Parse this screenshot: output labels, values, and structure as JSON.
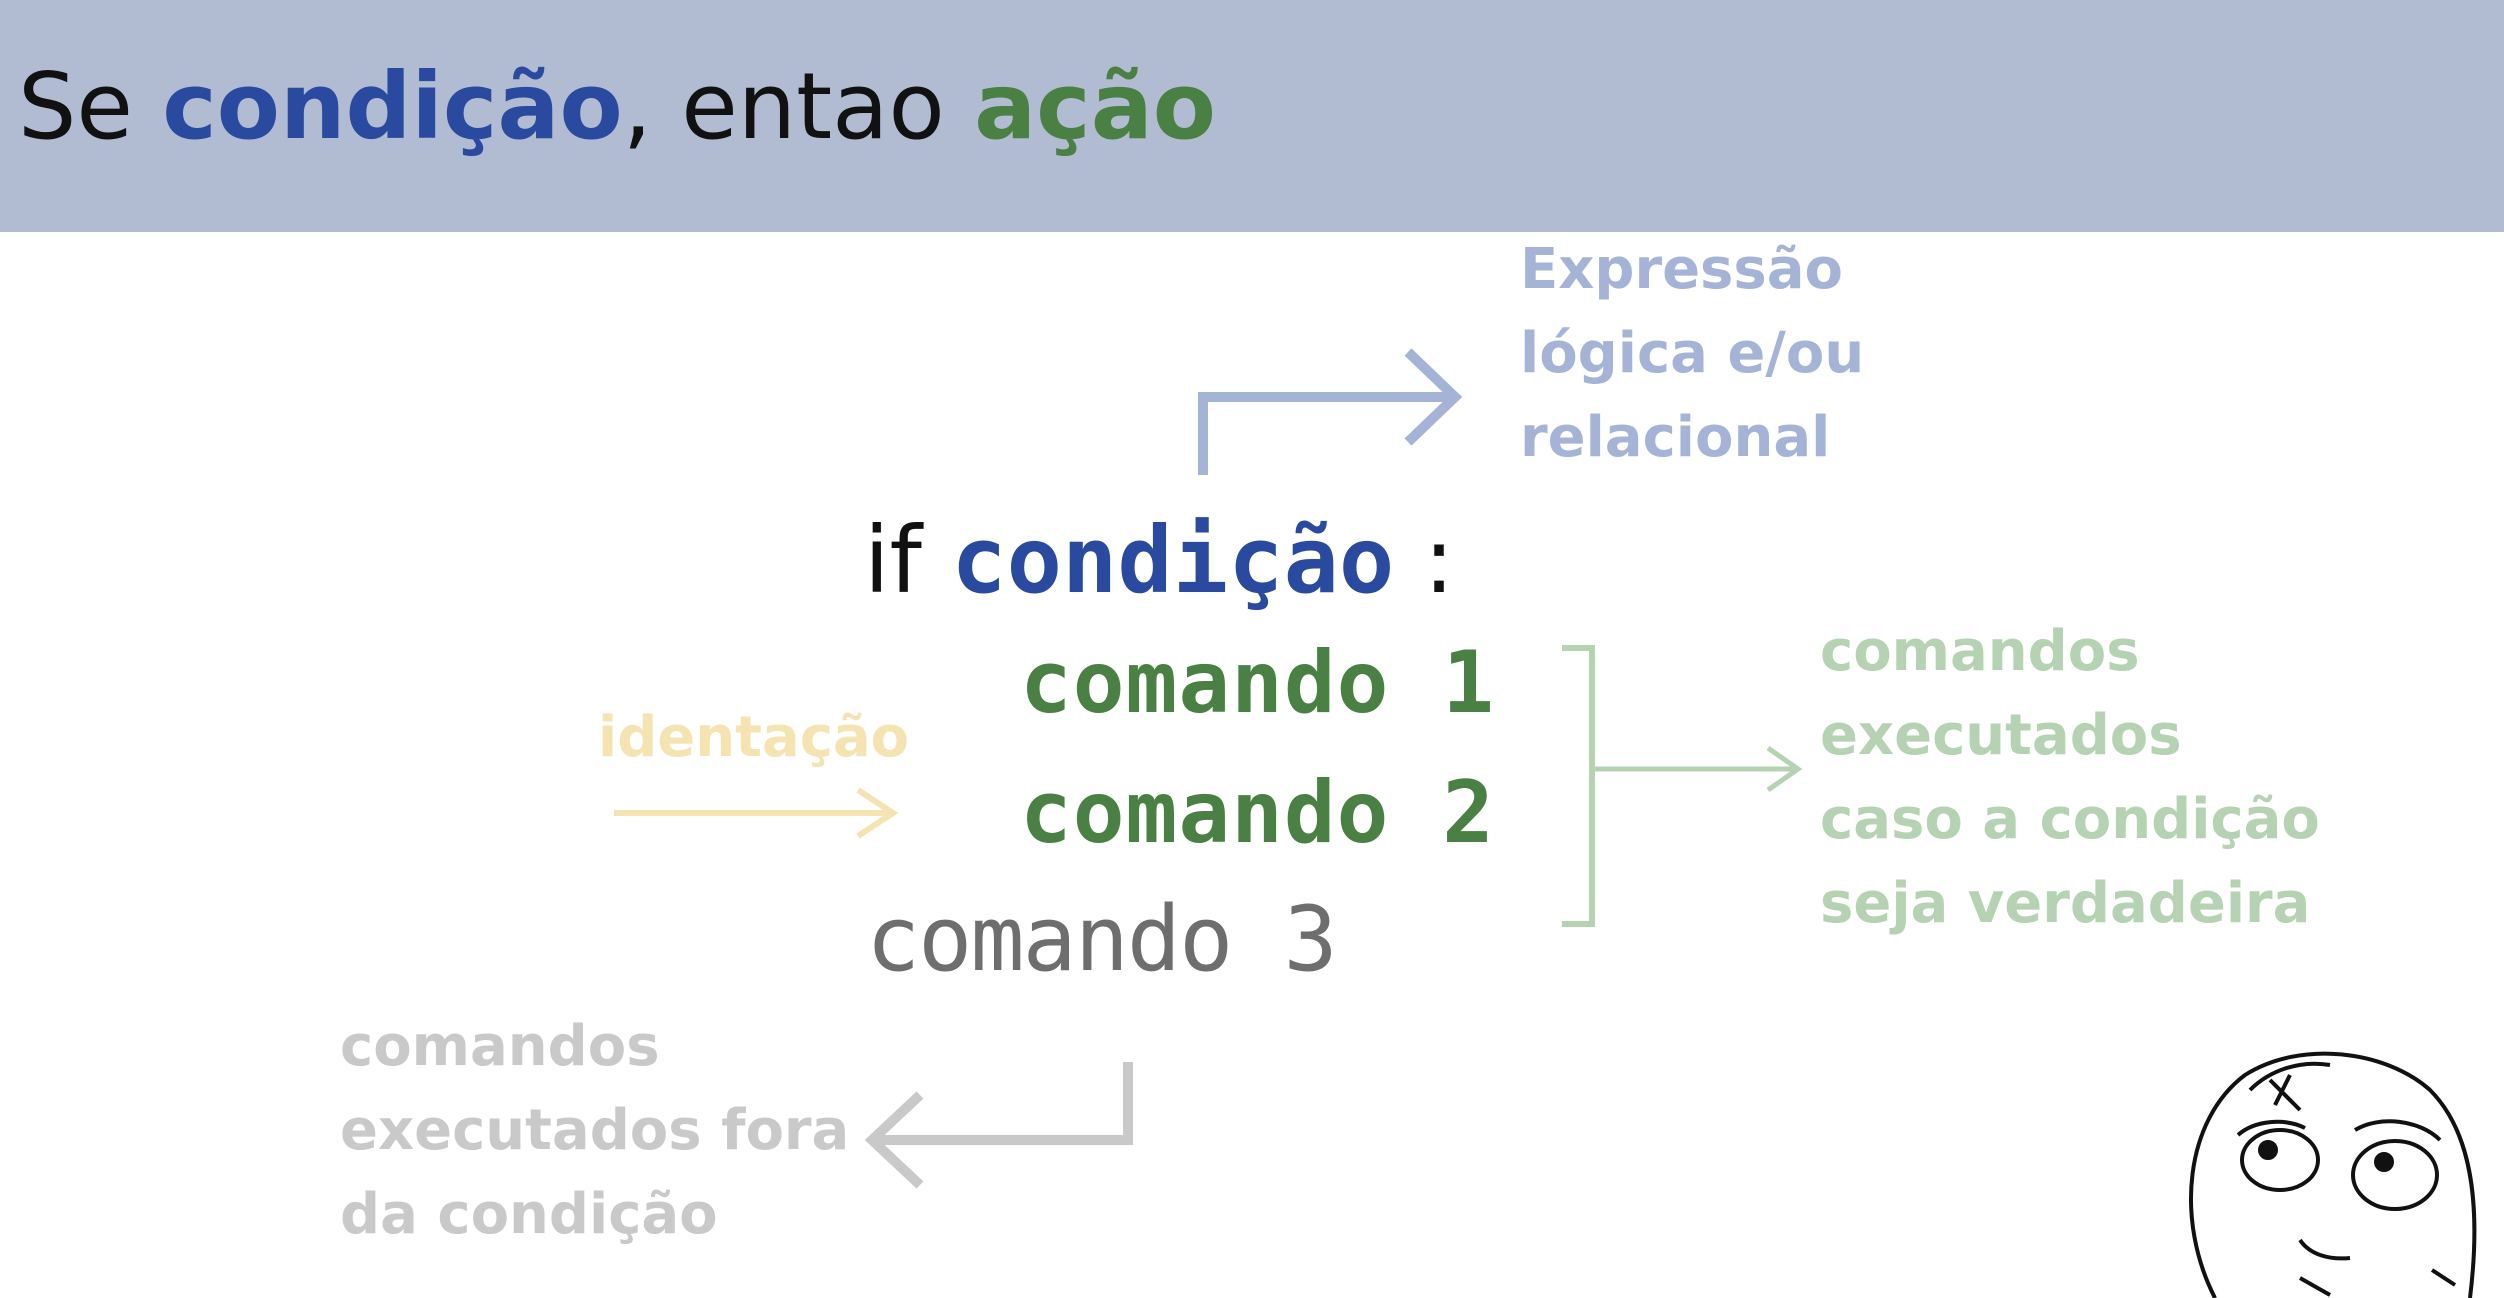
{
  "header": {
    "title_prefix": "Se ",
    "title_condition": "condição",
    "title_middle": ", entao ",
    "title_action": "ação"
  },
  "code": {
    "if_keyword": "if ",
    "condition": "condição",
    "colon": " :",
    "command_1": "comando 1",
    "command_2": "comando 2",
    "command_3": "comando 3"
  },
  "annotations": {
    "expression_lines": [
      "Expressão",
      "lógica e/ou",
      "relacional"
    ],
    "executed_lines": [
      "comandos",
      "executados",
      "caso a condição",
      "seja verdadeira"
    ],
    "outside_lines": [
      "comandos",
      "executados fora",
      "da condição"
    ],
    "indentation": "identação"
  },
  "colors": {
    "header_bg": "#b1bcd2",
    "condition_blue": "#2a4aa0",
    "action_green": "#4a8044",
    "expression_note": "#a5b4d6",
    "executed_note": "#b5d2b2",
    "outside_note": "#c9c9c9",
    "indentation_note": "#f6e3b2"
  }
}
